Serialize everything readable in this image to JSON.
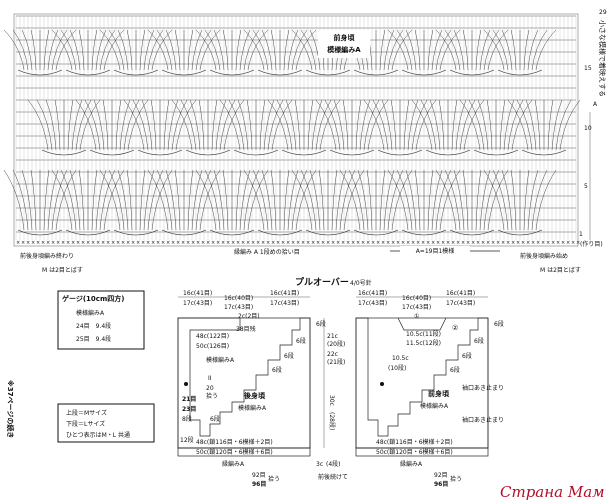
{
  "chart_top": {
    "title1": "前身頃",
    "title2": "模様編みA",
    "row_numbers": [
      "15",
      "10",
      "5",
      "1"
    ],
    "row_a_label": "A",
    "start_label": "(作り目)",
    "left_end_label": "前後身頃編み終わり",
    "left_skip_label": "M は2目とばす",
    "right_start_label": "前後身頃編み始め",
    "right_skip_label": "M は2目とばす",
    "pattern_first_row": "縁編み A 1段めの拾い目",
    "repeat_label": "A=19目1模様",
    "page_number": "29",
    "side_title": "小さな模様で着映えする"
  },
  "pullover": {
    "title": "プルオーバー",
    "needle": "4/0号針"
  },
  "gauge": {
    "title": "ゲージ(10cm四方)",
    "pattern": "模様編みA",
    "row1": "24目　9.4段",
    "row2": "25目　9.4段"
  },
  "legend": {
    "line1": "上段＝Mサイズ",
    "line2": "下段＝Lサイズ",
    "line3": "ひとつ表示はM・L 共通"
  },
  "left_side_note": "※37ページの続き",
  "back_body": {
    "top_width_1": "16c(41目)",
    "top_width_2": "17c(43目)",
    "neck_1": "16c(40目)",
    "neck_2": "17c(43目)",
    "top_width_r1": "16c(41目)",
    "top_width_r2": "17c(43目)",
    "neck_inner": "2c(2目)",
    "neck_rows": "38目残",
    "neck_48": "48c(122目)",
    "neck_50": "50c(126目)",
    "pattern_label": "模様編みA",
    "name": "後身頃",
    "name_pattern": "模様編みA",
    "rows_6": "6段",
    "rows_6b": "6段",
    "rows_6c": "6段",
    "rows_6d": "6段",
    "side_21": "21c",
    "side_21b": "(20段)",
    "side_22": "22c",
    "side_22b": "(21段)",
    "mark_ii_1": "II",
    "mark_ii_2": "20",
    "mark_ii_3": "拾う",
    "mark_21": "21目",
    "mark_23": "23目",
    "mark_8": "8段",
    "mark_6": "6段",
    "bottom_rows": "12段",
    "bottom_1": "48c(鎖116目・6模様＋2目)",
    "bottom_2": "50c(鎖120目・6模様＋6目)",
    "edge_label": "縁編みA",
    "side_30": "30c",
    "side_30b": "(28段)",
    "bottom_92": "92目",
    "bottom_96": "96目",
    "bottom_pick": "拾う",
    "bottom_3c": "3c",
    "bottom_4": "(4段)",
    "bottom_join": "前後続けて"
  },
  "front_body": {
    "top_width_1": "16c(41目)",
    "top_width_2": "17c(43目)",
    "neck_1": "16c(40目)",
    "neck_2": "17c(43目)",
    "top_width_r1": "16c(41目)",
    "top_width_r2": "17c(43目)",
    "neck_105": "10.5c(11段)",
    "neck_115": "11.5c(12段)",
    "neck_105b": "10.5c",
    "neck_10": "(10段)",
    "rows_6": "6段",
    "rows_6b": "6段",
    "rows_6c": "6段",
    "rows_6d": "6段",
    "name": "前身頃",
    "name_pattern": "模様編みA",
    "sleeve_label": "袖口あき止まり",
    "sleeve_label2": "袖口あき止まり",
    "bottom_48": "48c(鎖116目・6模様＋2目)",
    "bottom_50": "50c(鎖120目・6模様＋6目)",
    "edge_label": "縁編みA",
    "bottom_92": "92目",
    "bottom_96": "96目",
    "bottom_pick": "拾う",
    "circle_1": "②",
    "circle_2": "①"
  },
  "watermark": {
    "text": "Страна Мам"
  }
}
